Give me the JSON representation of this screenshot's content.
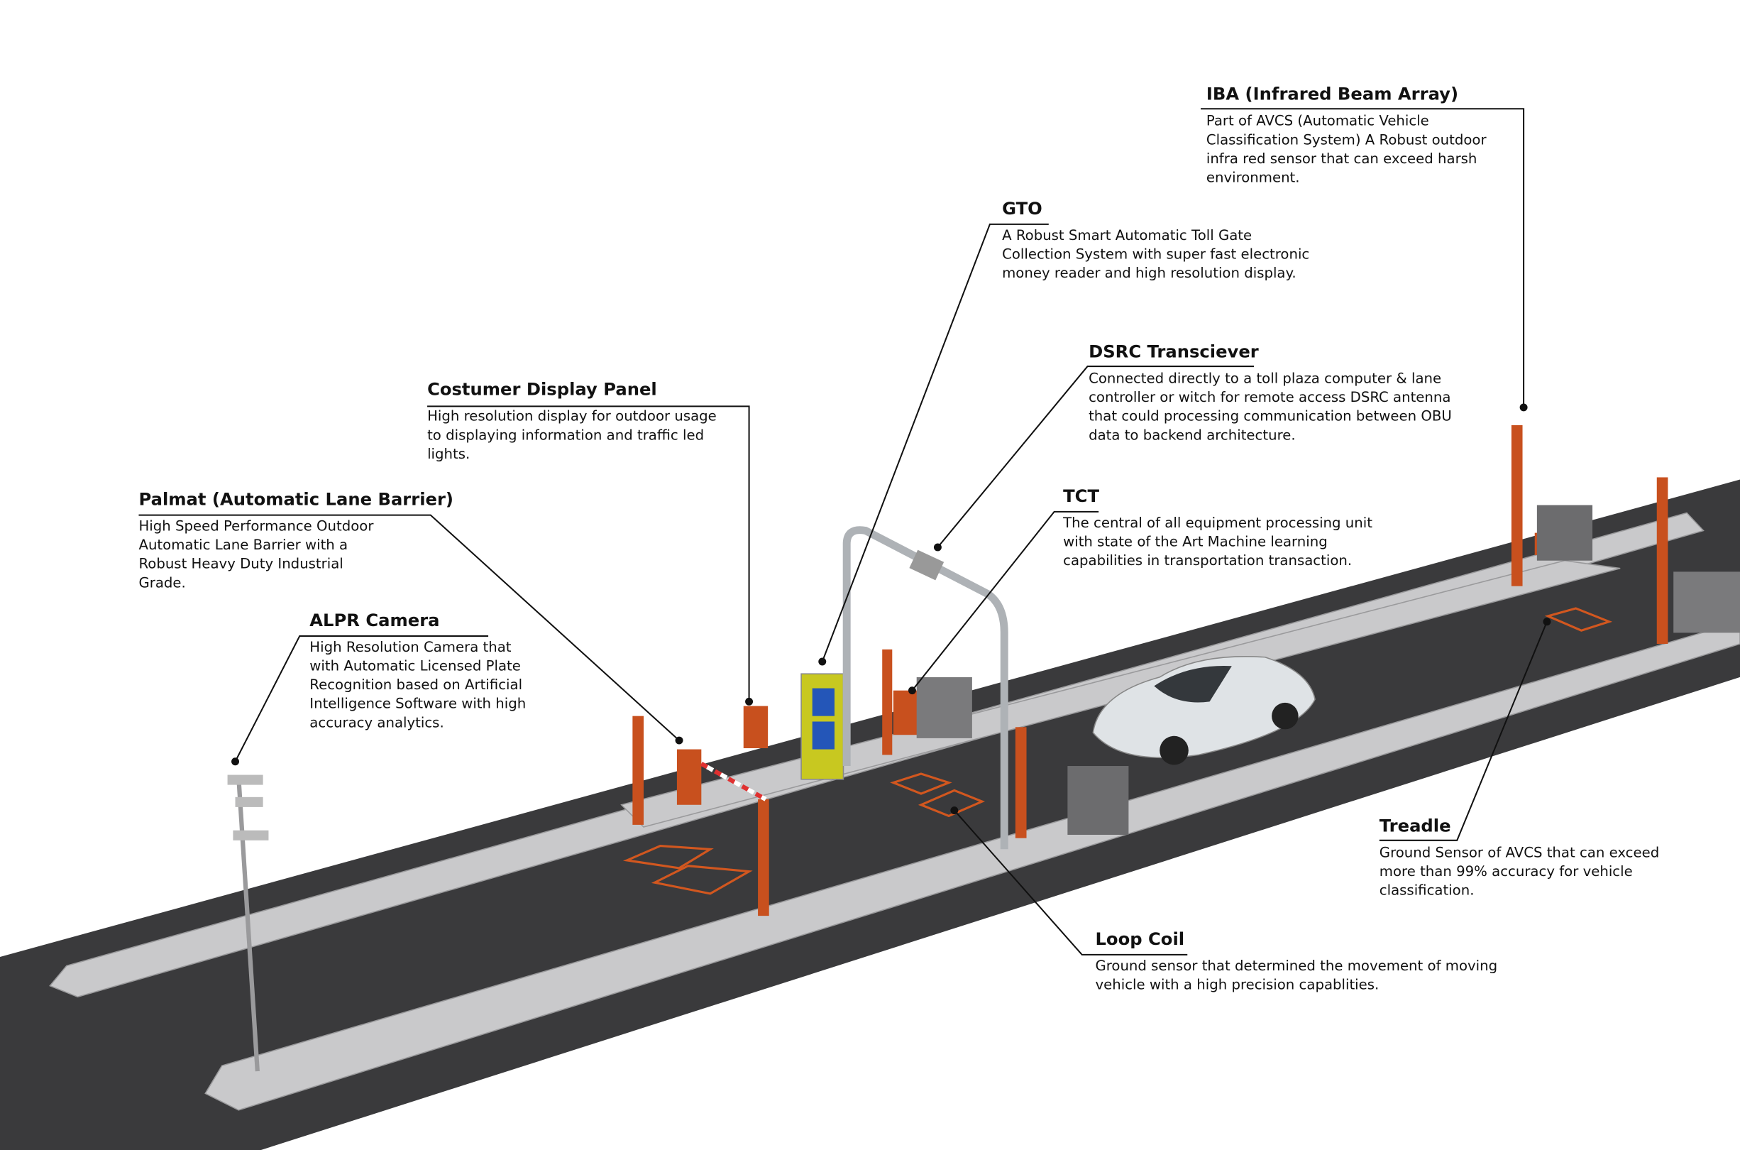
{
  "labels": {
    "iba": {
      "title": "IBA (Infrared Beam Array)",
      "lines": [
        "Part of AVCS (Automatic Vehicle",
        "Classification System) A Robust outdoor",
        "infra red sensor that can exceed harsh",
        "environment."
      ]
    },
    "gto": {
      "title": "GTO",
      "lines": [
        "A Robust Smart Automatic Toll Gate",
        "Collection System with super fast electronic",
        "money reader and high resolution display."
      ]
    },
    "dsrc": {
      "title": "DSRC Transciever",
      "lines": [
        "Connected directly to a toll plaza computer & lane",
        "controller or witch for remote access DSRC antenna",
        "that could processing communication between OBU",
        "data to backend architecture."
      ]
    },
    "display": {
      "title": "Costumer Display Panel",
      "lines": [
        "High resolution display for outdoor usage",
        "to displaying information and traffic led",
        "lights."
      ]
    },
    "tct": {
      "title": "TCT",
      "lines": [
        "The central of all equipment processing unit",
        "with state of the Art Machine learning",
        "capabilities in transportation transaction."
      ]
    },
    "palmat": {
      "title": "Palmat (Automatic Lane Barrier)",
      "lines": [
        "High Speed Performance Outdoor",
        "Automatic Lane Barrier with a",
        "Robust Heavy Duty Industrial",
        "Grade."
      ]
    },
    "alpr": {
      "title": "ALPR Camera",
      "lines": [
        "High Resolution Camera that",
        "with Automatic Licensed Plate",
        "Recognition based on Artificial",
        "Intelligence Software with high",
        "accuracy analytics."
      ]
    },
    "treadle": {
      "title": "Treadle",
      "lines": [
        "Ground Sensor of AVCS that can exceed",
        "more than 99% accuracy for vehicle",
        "classification."
      ]
    },
    "loop": {
      "title": "Loop Coil",
      "lines": [
        "Ground sensor that determined the movement of moving",
        "vehicle with a high precision capablities."
      ]
    }
  },
  "colors": {
    "asphalt": "#3a3a3c",
    "island": "#c9c9cb",
    "equipment": "#c8501e",
    "gto_body": "#c8c820",
    "leader": "#111111"
  }
}
